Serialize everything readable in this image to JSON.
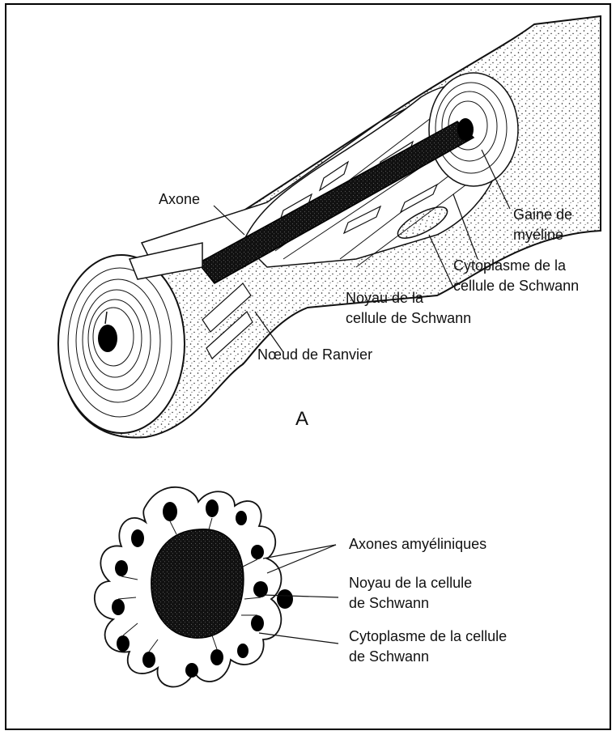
{
  "figure_a": {
    "panel_label": "A",
    "labels": {
      "axone": "Axone",
      "gaine_1": "Gaine de",
      "gaine_2": "myéline",
      "cytoplasme_1": "Cytoplasme de la",
      "cytoplasme_2": "cellule de Schwann",
      "noyau_1": "Noyau de la",
      "noyau_2": "cellule de Schwann",
      "noeud": "Nœud de Ranvier"
    }
  },
  "figure_b": {
    "labels": {
      "axones": "Axones amyéliniques",
      "noyau_1": "Noyau de la cellule",
      "noyau_2": "de Schwann",
      "cytoplasme_1": "Cytoplasme de la cellule",
      "cytoplasme_2": "de Schwann"
    }
  },
  "colors": {
    "ink": "#111111",
    "paper": "#ffffff"
  }
}
